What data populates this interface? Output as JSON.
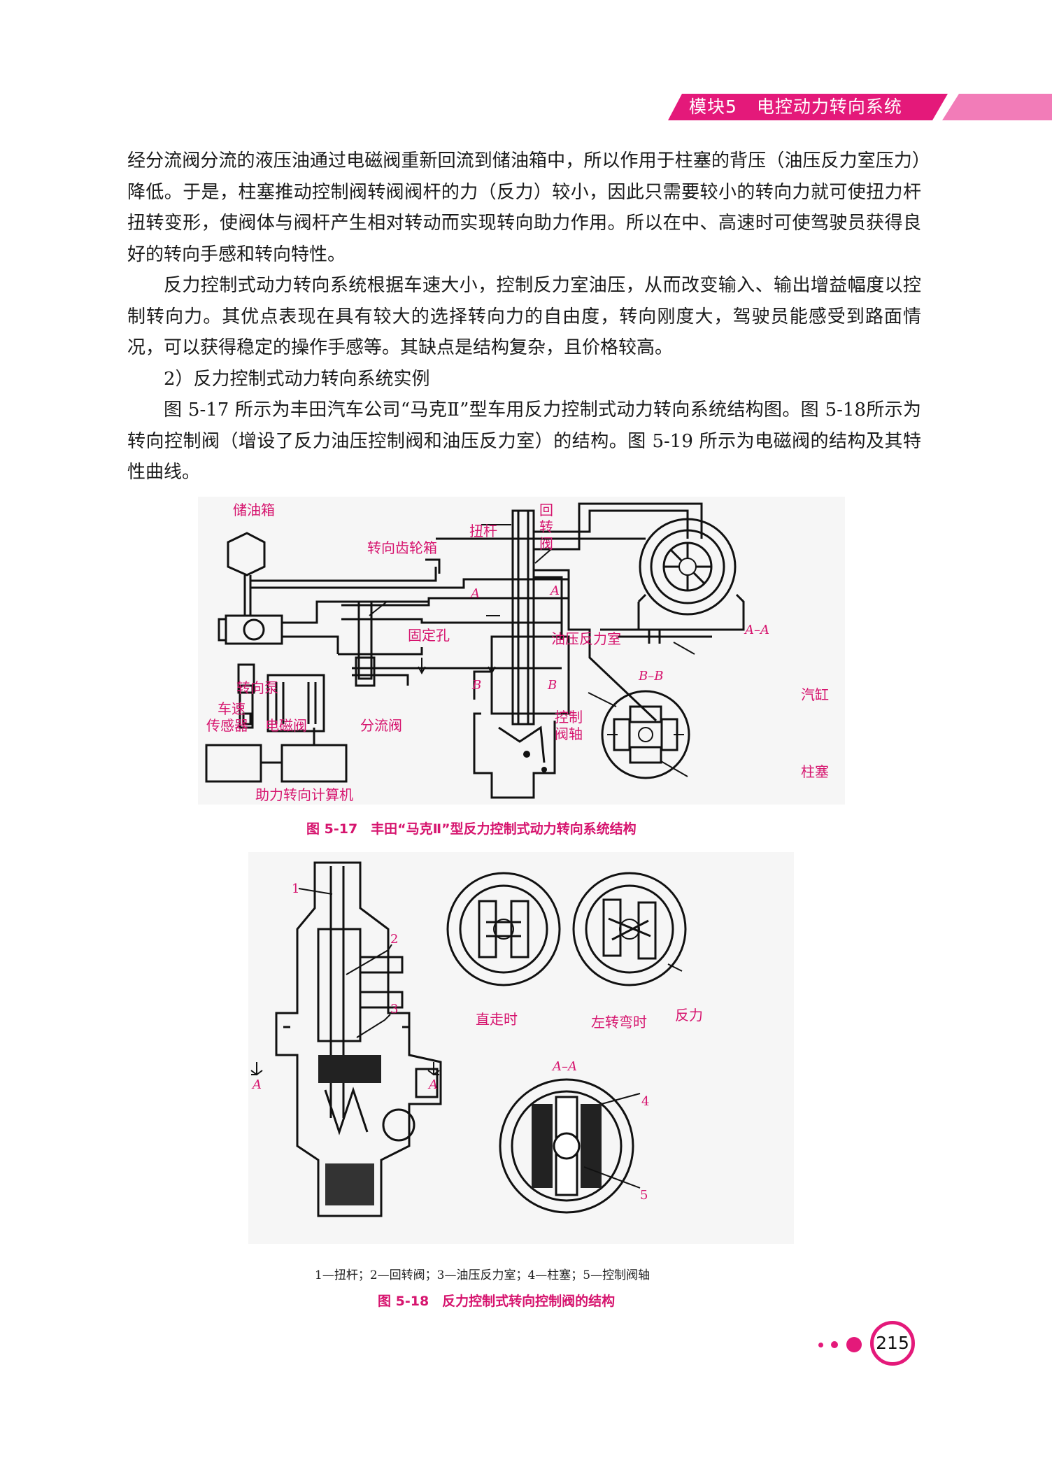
{
  "header": {
    "module": "模块5",
    "title": "电控动力转向系统"
  },
  "paragraphs": [
    "经分流阀分流的液压油通过电磁阀重新回流到储油箱中，所以作用于柱塞的背压（油压反力室压力）降低。于是，柱塞推动控制阀转阀阀杆的力（反力）较小，因此只需要较小的转向力就可使扭力杆扭转变形，使阀体与阀杆产生相对转动而实现转向助力作用。所以在中、高速时可使驾驶员获得良好的转向手感和转向特性。",
    "反力控制式动力转向系统根据车速大小，控制反力室油压，从而改变输入、输出增益幅度以控制转向力。其优点表现在具有较大的选择转向力的自由度，转向刚度大，驾驶员能感受到路面情况，可以获得稳定的操作手感等。其缺点是结构复杂，且价格较高。",
    "2）反力控制式动力转向系统实例",
    "图 5-17 所示为丰田汽车公司“马克Ⅱ”型车用反力控制式动力转向系统结构图。图 5-18所示为转向控制阀（增设了反力油压控制阀和油压反力室）的结构。图 5-19 所示为电磁阀的结构及其特性曲线。"
  ],
  "figure1": {
    "labels": {
      "tank": "储油箱",
      "gearbox": "转向齿轮箱",
      "torsion_bar": "扭杆",
      "rotary_valve_1": "回",
      "rotary_valve_2": "转",
      "rotary_valve_3": "阀",
      "fixed_orifice": "固定孔",
      "oil_chamber": "油压反力室",
      "aa": "A–A",
      "bb": "B–B",
      "a_left": "A",
      "a_right": "A",
      "b_left": "B",
      "b_right": "B",
      "pump": "转向泵",
      "speed_sensor_1": "车速",
      "speed_sensor_2": "传感器",
      "solenoid": "电磁阀",
      "divider": "分流阀",
      "cylinder": "汽缸",
      "control_shaft_1": "控制",
      "control_shaft_2": "阀轴",
      "plunger": "柱塞",
      "computer": "助力转向计算机"
    },
    "caption": "图 5-17　丰田“马克Ⅱ”型反力控制式动力转向系统结构"
  },
  "figure2": {
    "labels": {
      "n1": "1",
      "n2": "2",
      "n3": "3",
      "n4": "4",
      "n5": "5",
      "a_left": "A",
      "a_right": "A",
      "straight": "直走时",
      "left_turn": "左转弯时",
      "reaction": "反力",
      "aa": "A–A"
    },
    "legend": "1—扭杆；2—回转阀；3—油压反力室；4—柱塞；5—控制阀轴",
    "caption": "图 5-18　反力控制式转向控制阀的结构"
  },
  "page_number": "215",
  "colors": {
    "accent": "#e4197a",
    "accent_light": "#f27cb8",
    "label": "#d6146e"
  }
}
